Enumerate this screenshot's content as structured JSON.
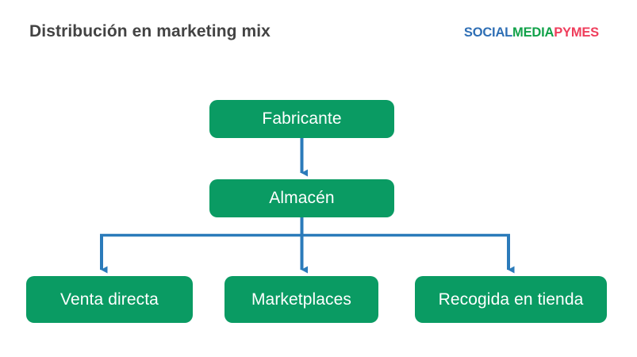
{
  "header": {
    "title": "Distribución en marketing mix",
    "logo": {
      "part1": "SOCIAL",
      "part2": "MEDIA",
      "part3": "PYMES",
      "color1": "#2f6fb5",
      "color2": "#12a24a",
      "color3": "#ef3e5c"
    }
  },
  "diagram": {
    "type": "flowchart",
    "node_fill": "#0a9b63",
    "node_text_color": "#ffffff",
    "connector_color": "#2b7bba",
    "title_color": "#434343",
    "nodes": [
      {
        "id": "fabricante",
        "label": "Fabricante",
        "level": 0
      },
      {
        "id": "almacen",
        "label": "Almacén",
        "level": 1
      },
      {
        "id": "venta-directa",
        "label": "Venta directa",
        "level": 2
      },
      {
        "id": "marketplaces",
        "label": "Marketplaces",
        "level": 2
      },
      {
        "id": "recogida-tienda",
        "label": "Recogida en tienda",
        "level": 2
      }
    ],
    "edges": [
      {
        "from": "fabricante",
        "to": "almacen"
      },
      {
        "from": "almacen",
        "to": "venta-directa"
      },
      {
        "from": "almacen",
        "to": "marketplaces"
      },
      {
        "from": "almacen",
        "to": "recogida-tienda"
      }
    ]
  }
}
